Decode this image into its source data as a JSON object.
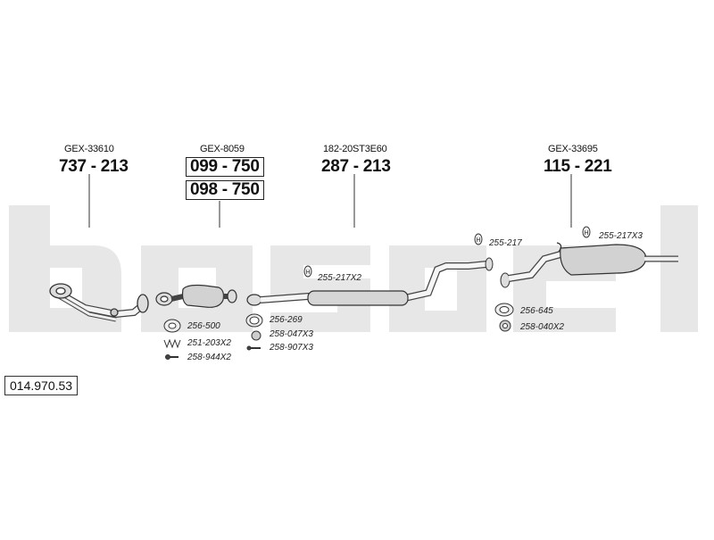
{
  "diagram": {
    "brand_watermark": "bosal",
    "assembly_id": "014.970.53",
    "sections": [
      {
        "ref": "GEX-33610",
        "parts": [
          "737 - 213"
        ],
        "boxed": false
      },
      {
        "ref": "GEX-8059",
        "parts": [
          "099 - 750",
          "098 - 750"
        ],
        "boxed": true
      },
      {
        "ref": "182-20ST3E60",
        "parts": [
          "287 - 213"
        ],
        "boxed": false
      },
      {
        "ref": "GEX-33695",
        "parts": [
          "115 - 221"
        ],
        "boxed": false
      }
    ],
    "accessories": [
      {
        "code": "256-500",
        "icon": "gasket-icon"
      },
      {
        "code": "251-203X2",
        "icon": "spring-icon"
      },
      {
        "code": "258-944X2",
        "icon": "bolt-icon"
      },
      {
        "code": "256-269",
        "icon": "ring-gasket-icon"
      },
      {
        "code": "258-047X3",
        "icon": "nut-icon"
      },
      {
        "code": "258-907X3",
        "icon": "stud-icon"
      },
      {
        "code": "255-217X2",
        "icon": "rubber-hanger-icon"
      },
      {
        "code": "255-217",
        "icon": "rubber-hanger-icon"
      },
      {
        "code": "255-217X3",
        "icon": "rubber-hanger-icon"
      },
      {
        "code": "256-645",
        "icon": "gasket-icon"
      },
      {
        "code": "258-040X2",
        "icon": "nut-icon"
      }
    ]
  }
}
